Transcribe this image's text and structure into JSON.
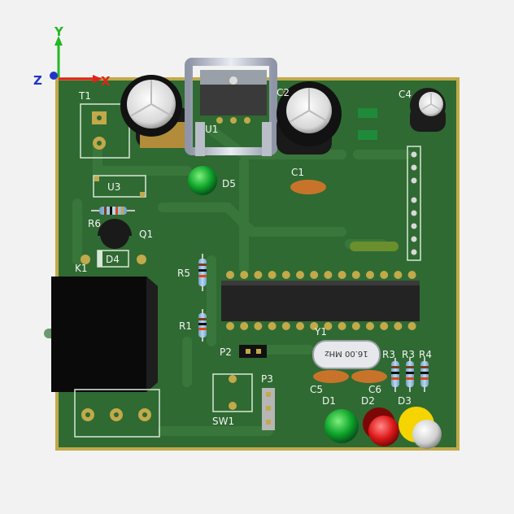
{
  "axes": {
    "y": "Y",
    "x": "X",
    "z": "Z"
  },
  "labels": {
    "t1": "T1",
    "u1": "U1",
    "c2": "C2",
    "c4": "C4",
    "d5": "D5",
    "c1": "C1",
    "u3": "U3",
    "r6": "R6",
    "q1": "Q1",
    "d4": "D4",
    "k1": "K1",
    "r5": "R5",
    "r1": "R1",
    "p2": "P2",
    "p3": "P3",
    "sw1": "SW1",
    "y1": "Y1",
    "c5": "C5",
    "c6": "C6",
    "r3a": "R3",
    "r3b": "R3",
    "r4": "R4",
    "d1": "D1",
    "d2": "D2",
    "d3": "D3"
  },
  "crystal_text": "16.00 MHz",
  "colors": {
    "board": "#2f6a32",
    "board_edge": "#c2a94a",
    "axis_x": "#e0241c",
    "axis_y": "#22b824",
    "axis_z": "#2233cc",
    "led_green": "#0fa52a",
    "led_red": "#e01a1a",
    "led_yellow": "#f5d400"
  }
}
